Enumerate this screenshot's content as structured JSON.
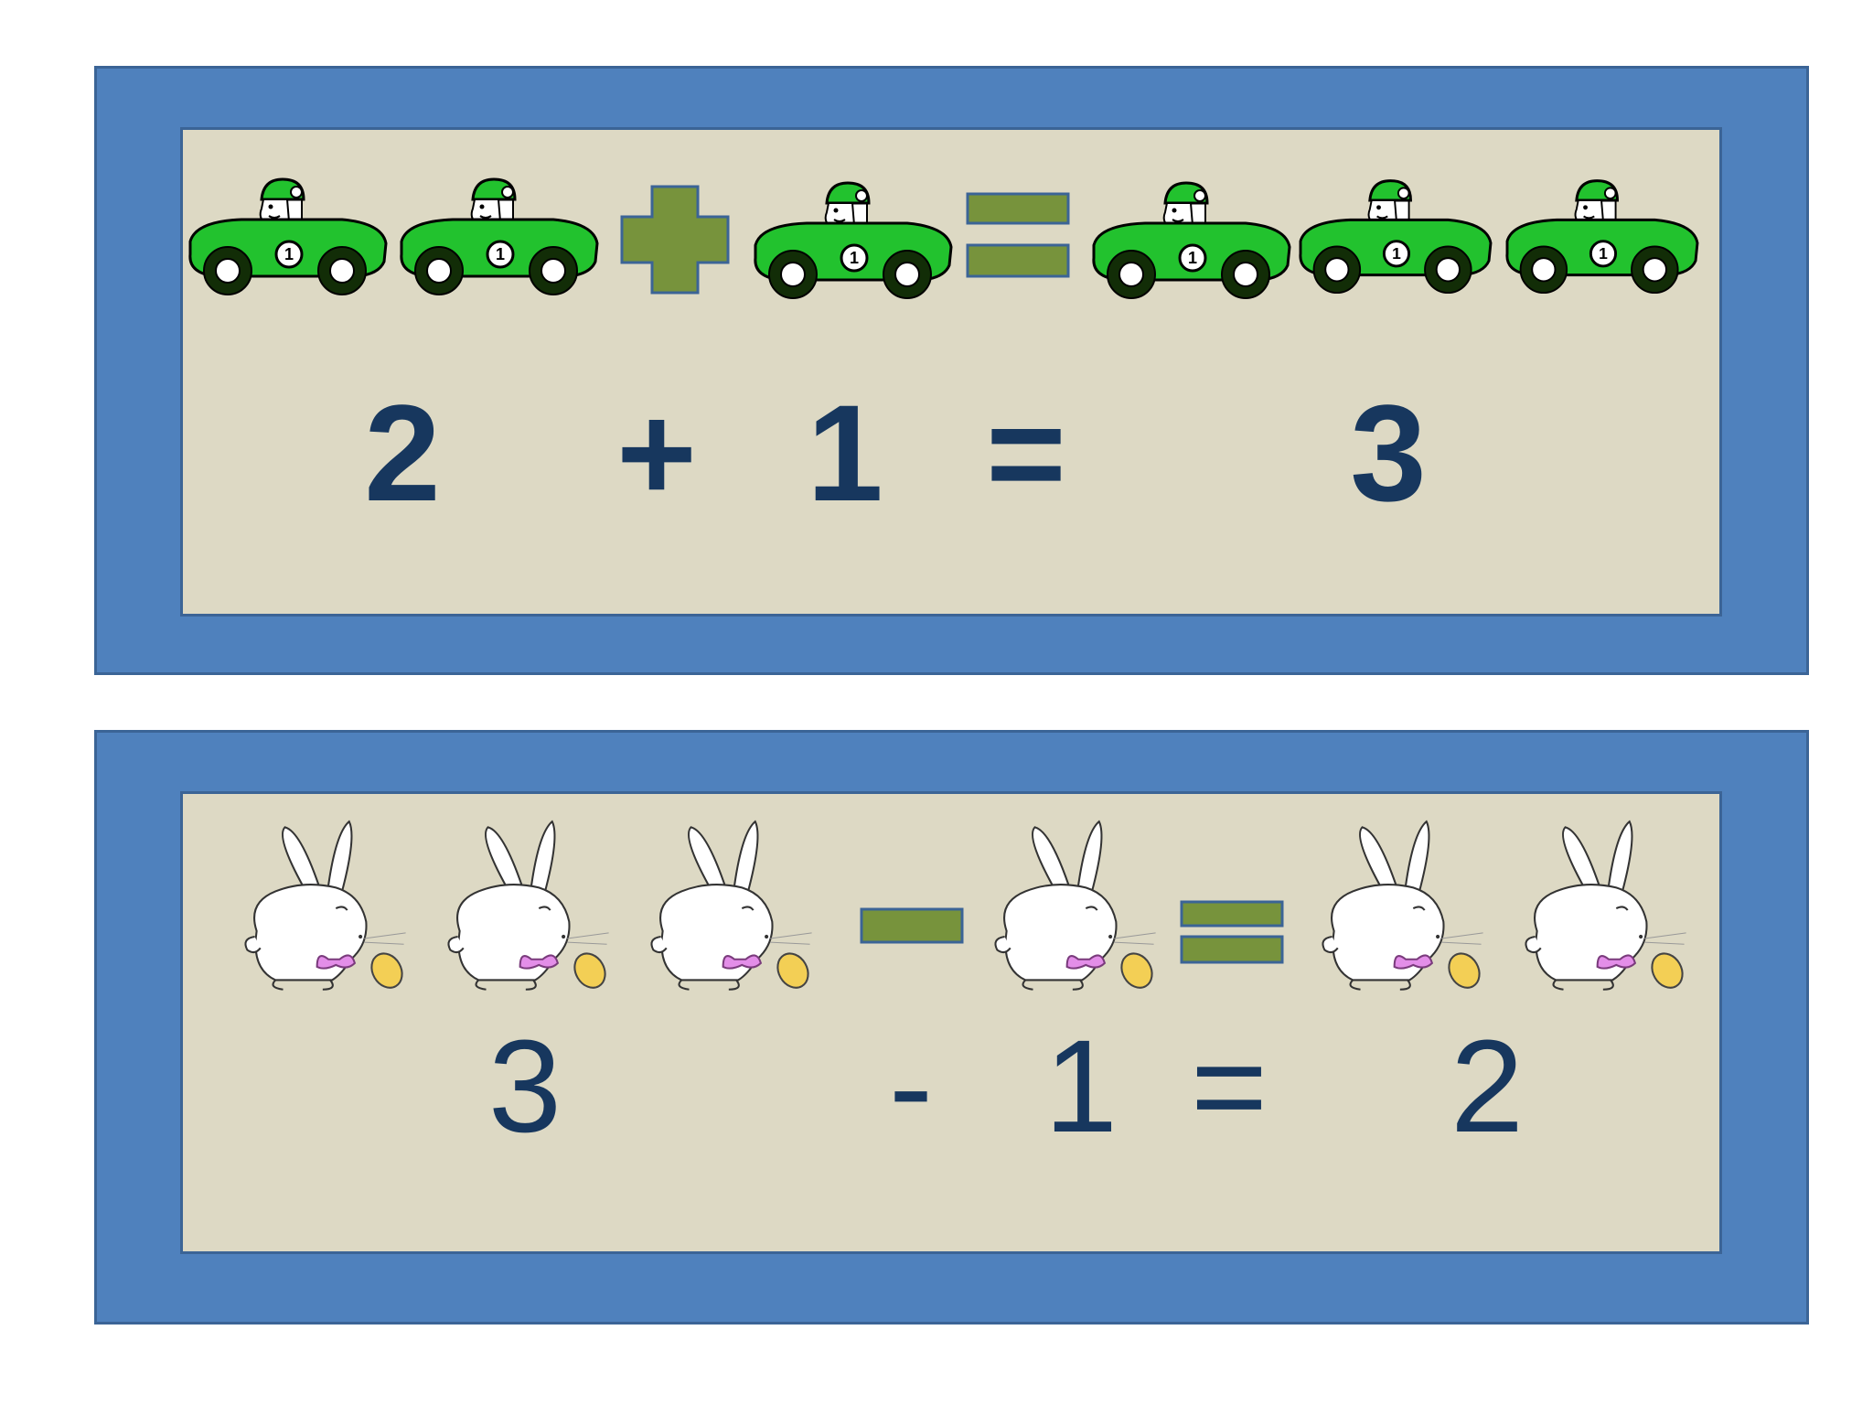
{
  "top_equation": {
    "picture_icons": [
      "race-car-icon",
      "race-car-icon",
      "plus-icon",
      "race-car-icon",
      "equals-icon",
      "race-car-icon",
      "race-car-icon",
      "race-car-icon"
    ],
    "car_number": "1",
    "tokens": {
      "left": "2",
      "op": "+",
      "right": "1",
      "eq": "=",
      "result": "3"
    }
  },
  "bottom_equation": {
    "picture_icons": [
      "bunny-icon",
      "bunny-icon",
      "bunny-icon",
      "minus-icon",
      "bunny-icon",
      "equals-icon",
      "bunny-icon",
      "bunny-icon"
    ],
    "tokens": {
      "left": "3",
      "op": "-",
      "right": "1",
      "eq": "=",
      "result": "2"
    }
  },
  "colors": {
    "frame": "#4f81bd",
    "panel": "#ddd9c4",
    "text": "#17375e",
    "symbol": "#77933c",
    "car": "#22c22e"
  }
}
